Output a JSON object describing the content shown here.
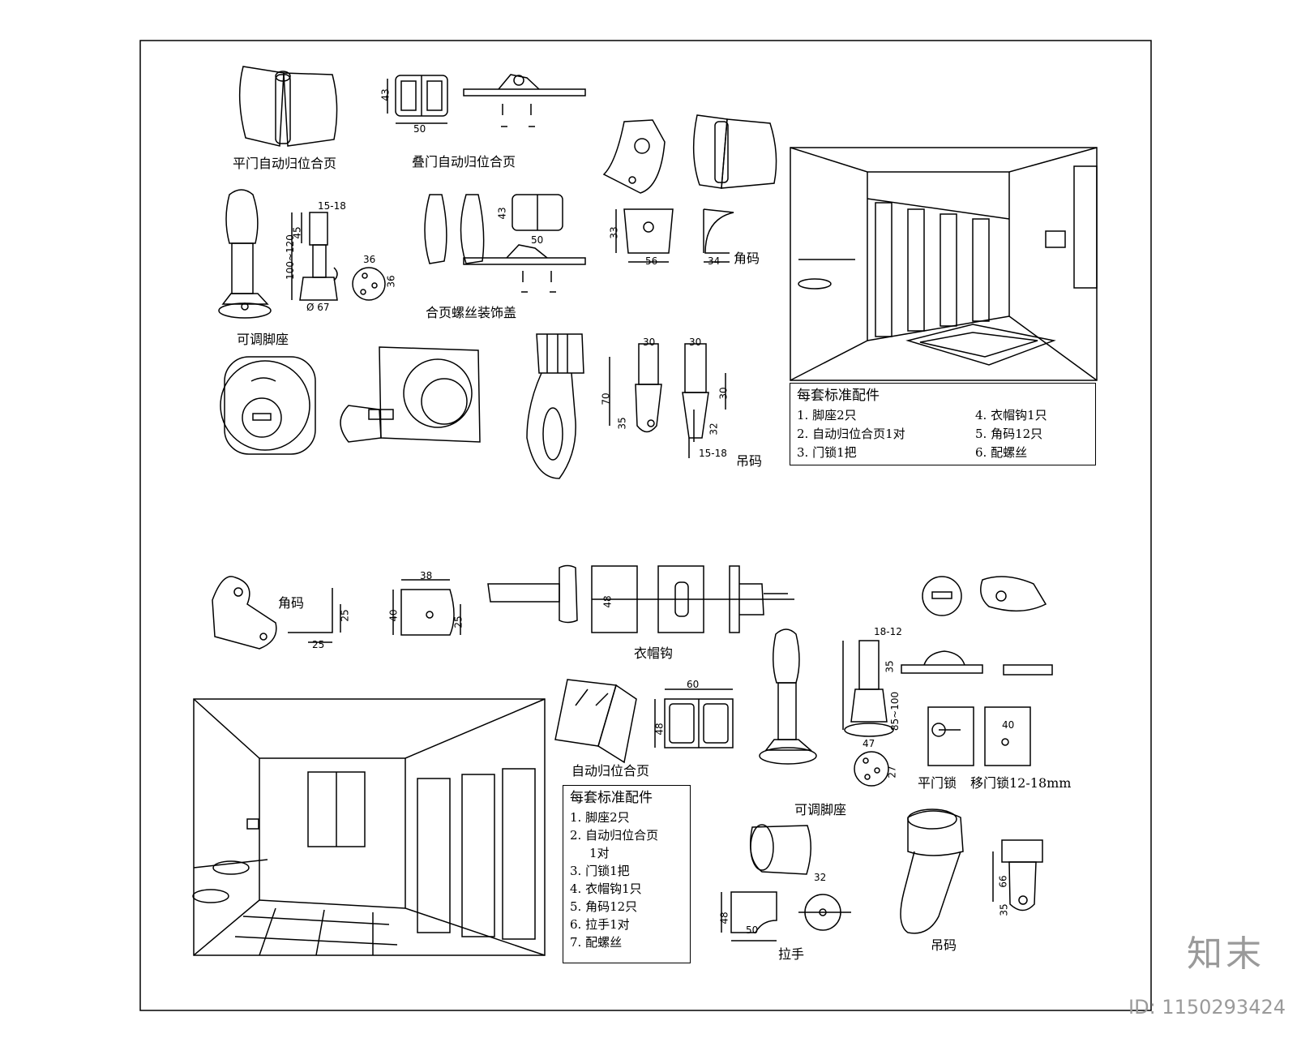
{
  "top_labels": {
    "pingmen_hinge": "平门自动归位合页",
    "diemen_hinge": "叠门自动归位合页",
    "adjustable_foot": "可调脚座",
    "hinge_screw_cap": "合页螺丝装饰盖",
    "corner_code": "角码",
    "hanger": "吊码"
  },
  "top_dims": {
    "d43a": "43",
    "d50a": "50",
    "d15_18a": "15-18",
    "d120": "100~120",
    "d45": "45",
    "d36": "36",
    "d36b": "36",
    "d67": "Ø 67",
    "d43b": "43",
    "d50b": "50",
    "d33": "33",
    "d56": "56",
    "d34": "34",
    "d30a": "30",
    "d30b": "30",
    "d70": "70",
    "d35": "35",
    "d30c": "30",
    "d32": "32",
    "d15_18b": "15-18"
  },
  "top_box": {
    "title": "每套标准配件",
    "left": [
      "1. 脚座2只",
      "2. 自动归位合页1对",
      "3. 门锁1把"
    ],
    "right": [
      "4. 衣帽钩1只",
      "5. 角码12只",
      "6. 配螺丝"
    ]
  },
  "bottom_labels": {
    "corner_code": "角码",
    "coat_hook": "衣帽钩",
    "auto_hinge": "自动归位合页",
    "adjustable_foot": "可调脚座",
    "pingmen_lock": "平门锁",
    "yimen_lock": "移门锁12-18mm",
    "pull": "拉手",
    "hanger": "吊码"
  },
  "bottom_dims": {
    "d38": "38",
    "d40a": "40",
    "d25a": "25",
    "d25b": "25",
    "d25c": "25",
    "d48a": "48",
    "d60": "60",
    "d48b": "48",
    "d18_12": "18-12",
    "d35a": "35",
    "d85_100": "85~100",
    "d47": "47",
    "d27": "27",
    "d40b": "40",
    "d32": "32",
    "d48c": "48",
    "d50": "50",
    "d66": "66",
    "d35b": "35"
  },
  "bottom_box": {
    "title": "每套标准配件",
    "items": [
      "1. 脚座2只",
      "2. 自动归位合页",
      "1对",
      "3. 门锁1把",
      "4. 衣帽钩1只",
      "5. 角码12只",
      "6. 拉手1对",
      "7. 配螺丝"
    ]
  },
  "watermark": {
    "brand": "知末",
    "id_text": "ID: 1150293424"
  }
}
